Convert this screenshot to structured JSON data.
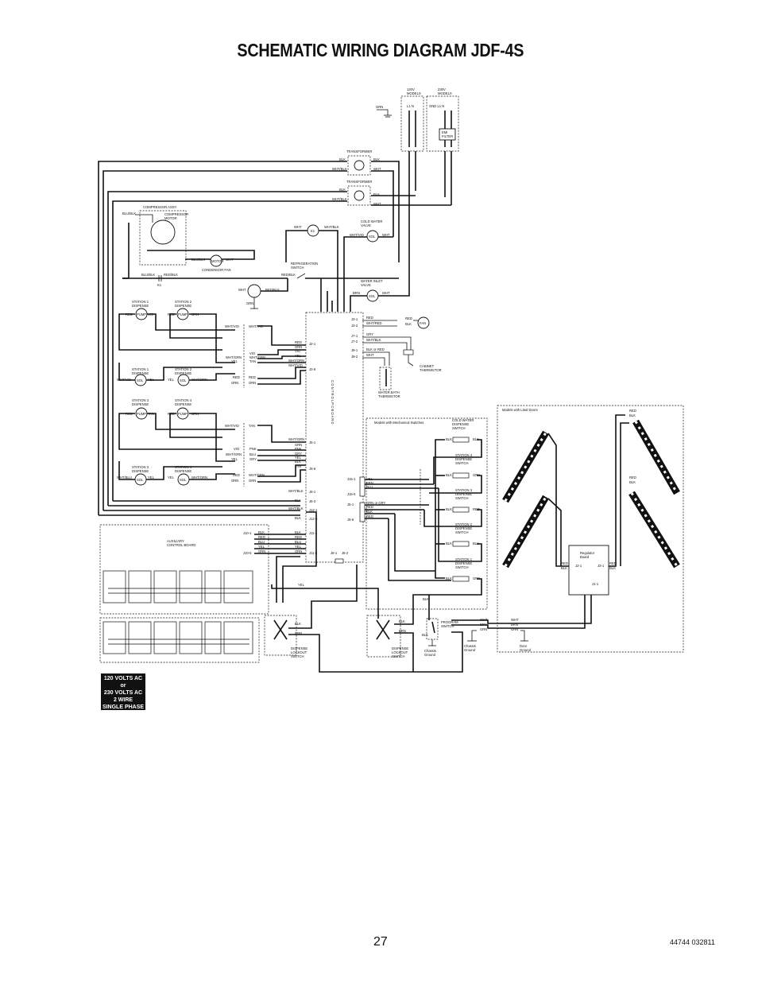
{
  "page": {
    "title": "SCHEMATIC WIRING DIAGRAM JDF-4S",
    "page_number": "27",
    "doc_code": "44744 032811"
  },
  "power": {
    "models_120": "120V\nMODELS",
    "models_230": "230V\nMODELS",
    "l1_n": "L1  N",
    "gnd_l1_n": "GND  L1  N",
    "emi_filter": "EMI\nFILTER",
    "grn": "GRN",
    "voltage_lines": [
      "120 VOLTS AC",
      "or",
      "230 VOLTS AC",
      "2 WIRE",
      "SINGLE PHASE"
    ]
  },
  "labels": {
    "transformer": "TRANSFORMER",
    "compressor_assy": "COMPRESSOR ASSY.",
    "compressor_motor": "COMPRESSOR\nMOTOR",
    "motor": "MOTOR",
    "condenser_fan": "CONDENSOR FAN",
    "refrigeration_switch": "REFRIGERATION\nSWITCH",
    "cold_water_valve": "COLD WATER\nVALVE",
    "water_inlet_valve": "WATER INLET\nVALVE",
    "k1": "K1",
    "sol": "SOL",
    "pump": "PUMP",
    "fan": "FAN",
    "control_board": "C O N T R O L   P C   B O A R D",
    "cabinet_thermistor": "CABINET\nTHERMISTOR",
    "water_bath_thermistor": "WATER BATH\nTHERMISTOR",
    "auxiliary_control_board": "AUXILIARY\nCONTROL BOARD",
    "dispense_lockout_switch": "DISPENSE\nLOCKOUT\nSWITCH",
    "program_switch": "PROGRAM\nSWITCH",
    "chassis_ground": "Chassis\nGround",
    "door_ground": "Door\nGround",
    "models_mechanical": "Models with Mechanical Switches",
    "models_lited_doors": "Models with Lited Doors",
    "regulator_board": "Regulator\nBoard",
    "cold_water_dispense_switch": "COLD WATER\nDISPENSE\nSWITCH",
    "station4_dispense_switch": "STATION 4\nDISPENSE\nSWITCH",
    "station3_dispense_switch": "STATION 3\nDISPENSE\nSWITCH",
    "station2_dispense_switch": "STATION 2\nDISPENSE\nSWITCH",
    "station1_dispense_switch": "STATION 1\nDISPENSE\nSWITCH"
  },
  "stations": {
    "top_pumps": [
      "STATION 1\nDISPENSE",
      "STATION 2\nDISPENSE"
    ],
    "top_sols": [
      "STATION 1\nDISPENSE",
      "STATION 2\nDISPENSE"
    ],
    "bottom_pumps": [
      "STATION 3\nDISPENSE",
      "STATION 4\nDISPENSE"
    ],
    "bottom_sols": [
      "STATION 3\nDISPENSE",
      "STATION 4\nDISPENSE"
    ]
  },
  "wires": {
    "blk": "BLK",
    "wht": "WHT",
    "red": "RED",
    "grn": "GRN",
    "yel": "YEL",
    "blu": "BLU",
    "vio": "VIO",
    "orn": "ORN",
    "brn": "BRN",
    "gry": "GRY",
    "tan": "TAN",
    "pnk": "PNK",
    "wht_vio": "WHT/VIO",
    "wht_blk": "WHT/BLK",
    "wht_red": "WHT/RED",
    "wht_orn": "WHT/ORN",
    "wht_grn": "WHT/GRN",
    "wht_brn": "WHT/BRN",
    "wht_blu": "WHT/BLU",
    "wht_yel": "WHT/YEL",
    "blu_blk": "BLU/BLK",
    "red_blk": "RED/BLK",
    "blk_or_red": "BLK or RED",
    "grn_or_gry": "GRN or GRY"
  },
  "connectors": {
    "control": [
      "J3-1",
      "J3-2",
      "J7-1",
      "J7-2",
      "J9-1",
      "J9-2",
      "J2-1",
      "J2-6",
      "J5-1",
      "J5-6",
      "J6-1",
      "J6-3",
      "J12-1",
      "J12-3",
      "J11-1",
      "J11-5",
      "J8-1",
      "J8-2"
    ],
    "mechanical": [
      "J15-1",
      "J15-5",
      "J5-1",
      "J5-6"
    ],
    "aux": [
      "J10-1",
      "J10-5"
    ],
    "regulator": [
      "J2-1",
      "J3-1",
      "J1-1"
    ]
  }
}
